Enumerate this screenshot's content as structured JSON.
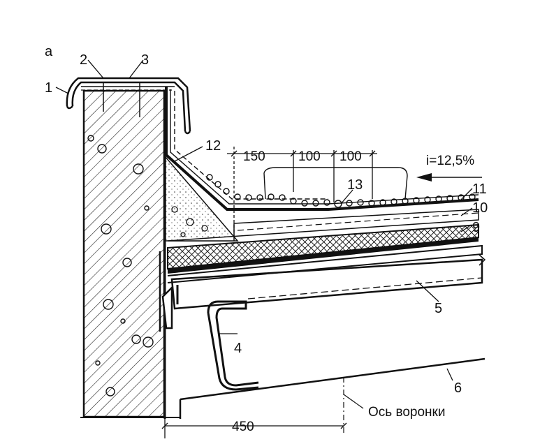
{
  "figure": {
    "panel_letter": "а",
    "slope_text": "i=12,5%",
    "axis_text": "Ось воронки",
    "dimensions": {
      "d150": "150",
      "d100a": "100",
      "d100b": "100",
      "d450": "450"
    },
    "callouts": {
      "c1": "1",
      "c2": "2",
      "c3": "3",
      "c4": "4",
      "c5": "5",
      "c6": "6",
      "c9": "9",
      "c10": "10",
      "c11": "11",
      "c12": "12",
      "c13": "13"
    },
    "colors": {
      "ink": "#111111",
      "paper": "#ffffff"
    }
  }
}
